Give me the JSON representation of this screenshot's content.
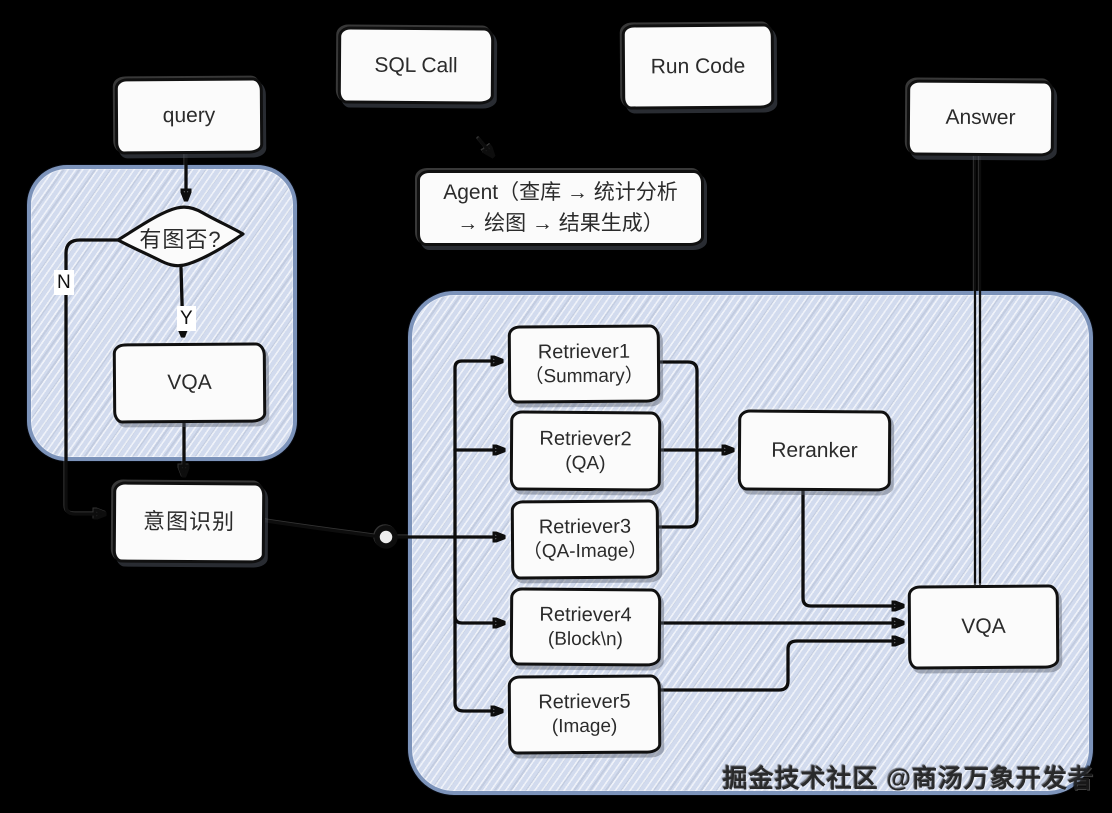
{
  "theme": {
    "bg": "#000000",
    "ink": "#0d0d0d",
    "box_fill": "#fbfbfb",
    "box_border": "#101010",
    "box_text": "#2b2b2b",
    "container_fill": "#d2dbee",
    "container_border": "#7c93ba",
    "chip_bg": "#ffffff",
    "watermark_color": "#1b1b1b"
  },
  "nodes": {
    "query": {
      "label": "query"
    },
    "sql_call": {
      "label": "SQL Call"
    },
    "run_code": {
      "label": "Run Code"
    },
    "answer": {
      "label": "Answer"
    },
    "agent": {
      "line1": "Agent（查库 → 统计分析",
      "line2": "→ 绘图 → 结果生成）"
    },
    "decision": {
      "label": "有图否?"
    },
    "vqa_left": {
      "label": "VQA"
    },
    "intent": {
      "label": "意图识别"
    },
    "retriever1": {
      "title": "Retriever1",
      "subtitle": "（Summary）"
    },
    "retriever2": {
      "title": "Retriever2",
      "subtitle": "(QA)"
    },
    "retriever3": {
      "title": "Retriever3",
      "subtitle": "（QA-Image）"
    },
    "retriever4": {
      "title": "Retriever4",
      "subtitle": "(Block\\n)"
    },
    "retriever5": {
      "title": "Retriever5",
      "subtitle": "(Image)"
    },
    "reranker": {
      "label": "Reranker"
    },
    "vqa_right": {
      "label": "VQA"
    }
  },
  "branch_labels": {
    "yes": "Y",
    "no": "N"
  },
  "watermark": "掘金技术社区 @商汤万象开发者"
}
